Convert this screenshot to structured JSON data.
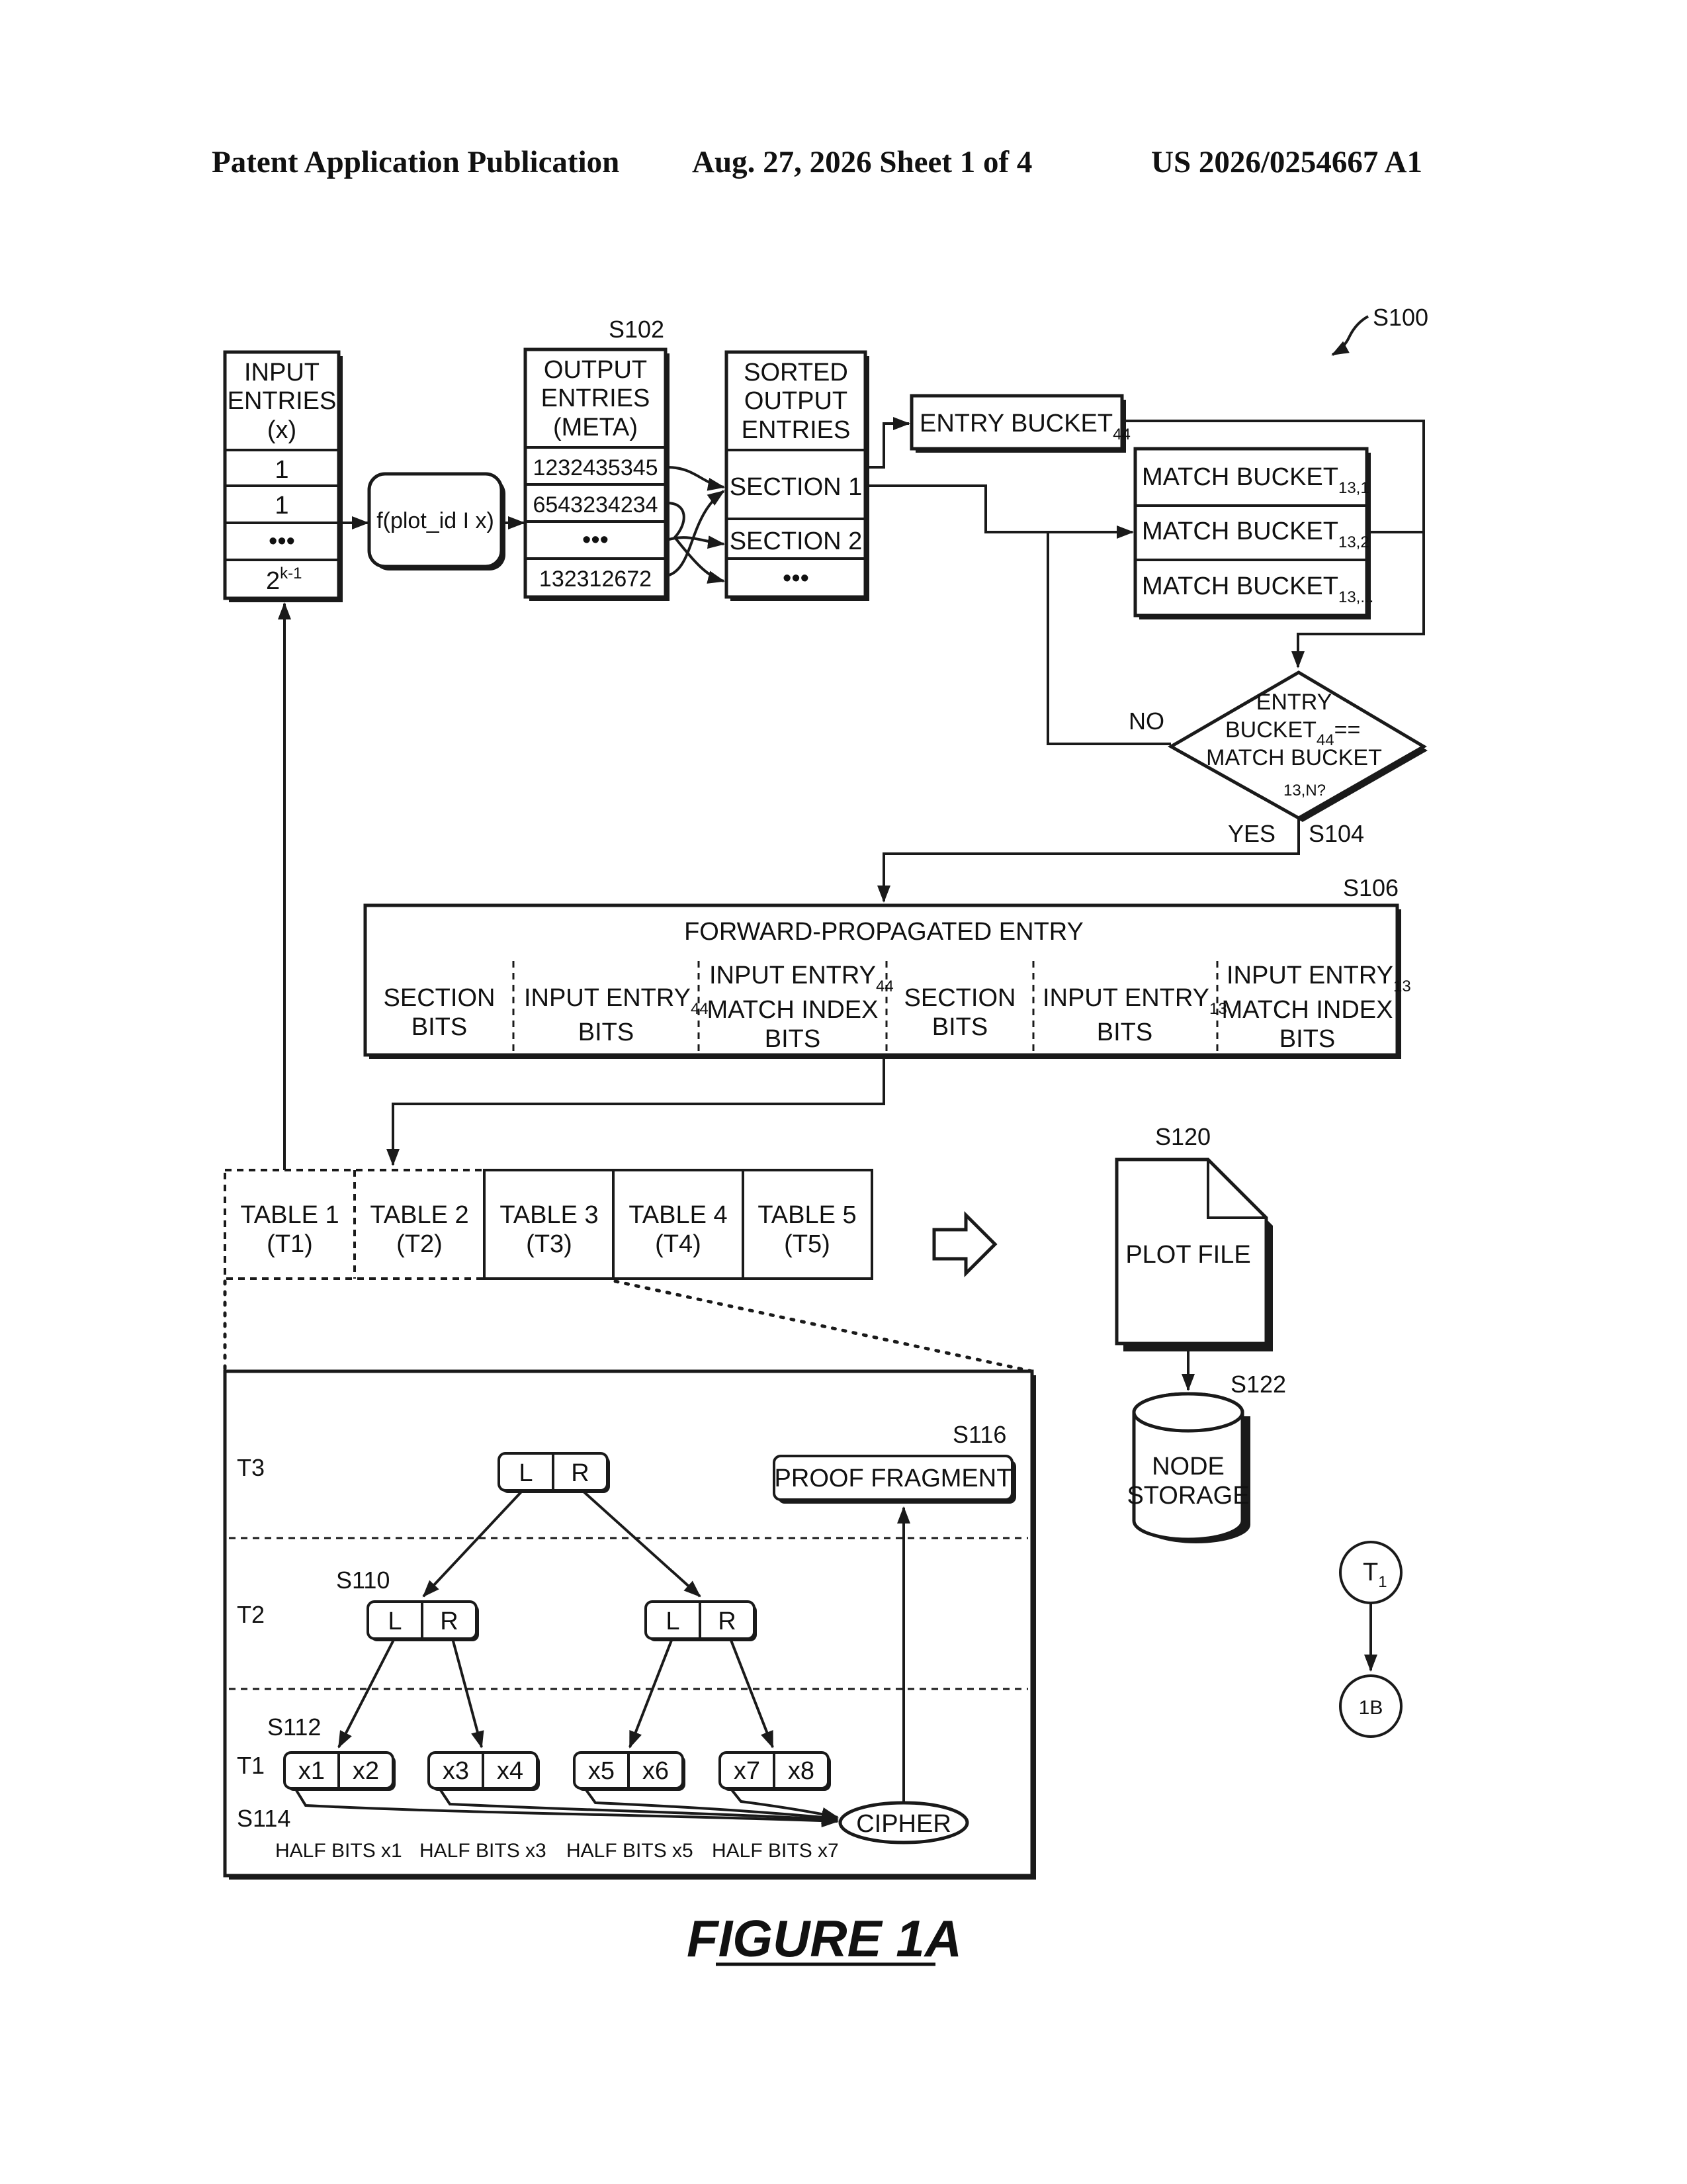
{
  "header": {
    "left": "Patent Application Publication",
    "center": "Aug. 27, 2026  Sheet 1 of 4",
    "right": "US 2026/0254667 A1"
  },
  "refs": {
    "s100": "S100",
    "s102": "S102",
    "s104": "S104",
    "s106": "S106",
    "s110": "S110",
    "s112": "S112",
    "s114": "S114",
    "s116": "S116",
    "s120": "S120",
    "s122": "S122"
  },
  "input_entries": {
    "header": [
      "INPUT",
      "ENTRIES",
      "(x)"
    ],
    "rows": [
      "1",
      "1",
      "•••",
      "2"
    ],
    "last_sup": "k-1"
  },
  "function_label": "f(plot_id I x)",
  "output_entries": {
    "header": [
      "OUTPUT",
      "ENTRIES",
      "(META)"
    ],
    "rows": [
      "1232435345",
      "6543234234",
      "•••",
      "132312672"
    ]
  },
  "sorted_output": {
    "header": [
      "SORTED",
      "OUTPUT",
      "ENTRIES"
    ],
    "rows": [
      "SECTION 1",
      "SECTION 2",
      "•••"
    ]
  },
  "entry_bucket": {
    "label": "ENTRY BUCKET",
    "sub": "44"
  },
  "match_buckets": [
    {
      "label": "MATCH BUCKET",
      "sub": "13,1"
    },
    {
      "label": "MATCH BUCKET",
      "sub": "13,2"
    },
    {
      "label": "MATCH BUCKET",
      "sub": "13,..."
    }
  ],
  "decision": {
    "line1": "ENTRY",
    "line2": "BUCKET",
    "line2_sub": "44",
    "line2_tail": "==",
    "line3": "MATCH BUCKET",
    "line4": "13,N?",
    "no": "NO",
    "yes": "YES"
  },
  "forward_entry": {
    "title": "FORWARD-PROPAGATED ENTRY",
    "cells": [
      {
        "l1": "SECTION",
        "l2": "BITS",
        "l3": ""
      },
      {
        "l1": "INPUT ENTRY",
        "sub": "44",
        "l2": "BITS",
        "l3": ""
      },
      {
        "l1": "INPUT ENTRY",
        "sub": "44",
        "l2": "MATCH INDEX",
        "l3": "BITS"
      },
      {
        "l1": "SECTION",
        "l2": "BITS",
        "l3": ""
      },
      {
        "l1": "INPUT ENTRY",
        "sub": "13",
        "l2": "BITS",
        "l3": ""
      },
      {
        "l1": "INPUT ENTRY",
        "sub": "13",
        "l2": "MATCH INDEX",
        "l3": "BITS"
      }
    ]
  },
  "tables": [
    {
      "name": "TABLE 1",
      "code": "(T1)"
    },
    {
      "name": "TABLE 2",
      "code": "(T2)"
    },
    {
      "name": "TABLE 3",
      "code": "(T3)"
    },
    {
      "name": "TABLE 4",
      "code": "(T4)"
    },
    {
      "name": "TABLE 5",
      "code": "(T5)"
    }
  ],
  "plot_file": "PLOT FILE",
  "node_storage": [
    "NODE",
    "STORAGE"
  ],
  "tree": {
    "levels": [
      "T3",
      "T2",
      "T1"
    ],
    "l": "L",
    "r": "R",
    "leaves": [
      "x1",
      "x2",
      "x3",
      "x4",
      "x5",
      "x6",
      "x7",
      "x8"
    ],
    "half_bits": [
      "HALF BITS x1",
      "HALF BITS x3",
      "HALF BITS x5",
      "HALF BITS x7"
    ],
    "cipher": "CIPHER",
    "proof_fragment": "PROOF FRAGMENT"
  },
  "connector": {
    "top": "T",
    "top_sub": "1",
    "bottom": "1B"
  },
  "figure_label": "FIGURE 1A"
}
